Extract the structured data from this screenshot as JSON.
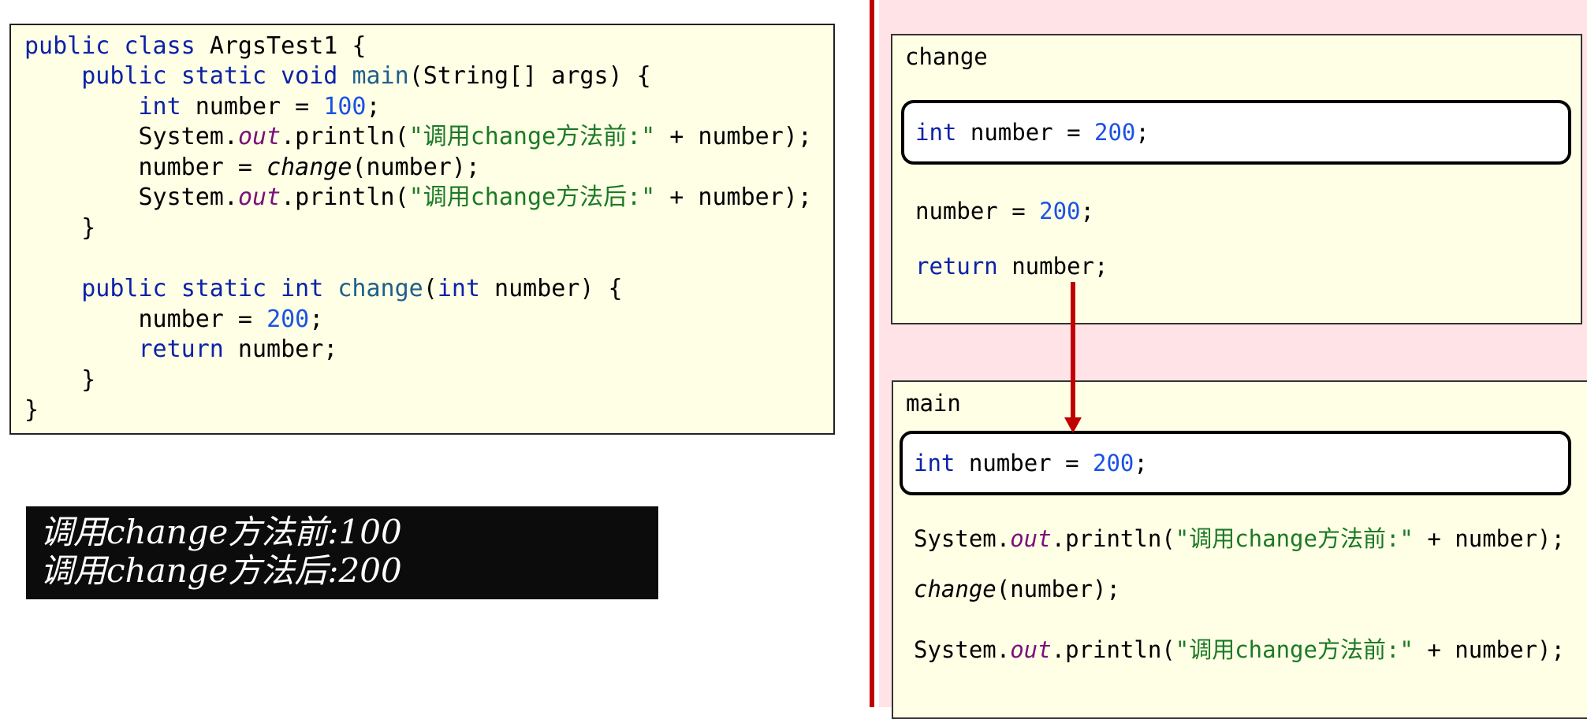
{
  "code": {
    "class_name": "ArgsTest1",
    "tokens": {
      "public": "public",
      "class": "class",
      "static": "static",
      "void": "void",
      "int": "int",
      "return": "return",
      "main": "main",
      "change": "change",
      "String_args": "(String[] args) {",
      "open_brace": " {",
      "close_brace": "}",
      "system": "System.",
      "out": "out",
      "println_open": ".println(",
      "concat_number": " + number);",
      "var_decl_prefix": " number = ",
      "semicolon": ";",
      "assign_prefix": "number = ",
      "call_arg": "(number);",
      "return_suffix": " number;",
      "change_params_open": "(",
      "change_params_close": " number) {"
    },
    "values": {
      "initial": "100",
      "new": "200"
    },
    "strings": {
      "before": "\"调用change方法前:\"",
      "after": "\"调用change方法后:\""
    }
  },
  "console": {
    "lines": [
      "调用change方法前:100",
      "调用change方法后:200"
    ]
  },
  "stack": {
    "change_frame": {
      "title": "change",
      "var_line_prefix": "number = ",
      "var_value": "200",
      "assign_line": "number = ",
      "assign_value": "200",
      "return_keyword": "return",
      "return_rest": " number;"
    },
    "main_frame": {
      "title": "main",
      "var_line_prefix": "number = ",
      "var_value": "200",
      "print1_string": "\"调用change方法前:\"",
      "call_name": "change",
      "call_args": "(number);",
      "print2_string": "\"调用change方法前:\""
    }
  },
  "colors": {
    "keyword": "#0b22a8",
    "number": "#1a52e6",
    "string": "#1b7a25",
    "static_field": "#7a117a",
    "divider": "#c00000",
    "arrow": "#c00000"
  }
}
